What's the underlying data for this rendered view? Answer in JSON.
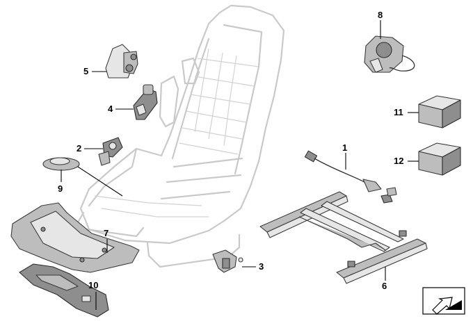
{
  "diagram": {
    "callouts": [
      {
        "id": "1",
        "text": "1"
      },
      {
        "id": "2",
        "text": "2"
      },
      {
        "id": "3",
        "text": "3"
      },
      {
        "id": "4",
        "text": "4"
      },
      {
        "id": "5",
        "text": "5"
      },
      {
        "id": "6",
        "text": "6"
      },
      {
        "id": "7",
        "text": "7"
      },
      {
        "id": "8",
        "text": "8"
      },
      {
        "id": "9",
        "text": "9"
      },
      {
        "id": "10",
        "text": "10"
      },
      {
        "id": "11",
        "text": "11"
      },
      {
        "id": "12",
        "text": "12"
      }
    ],
    "corner_icon": "flag-arrow-icon"
  }
}
